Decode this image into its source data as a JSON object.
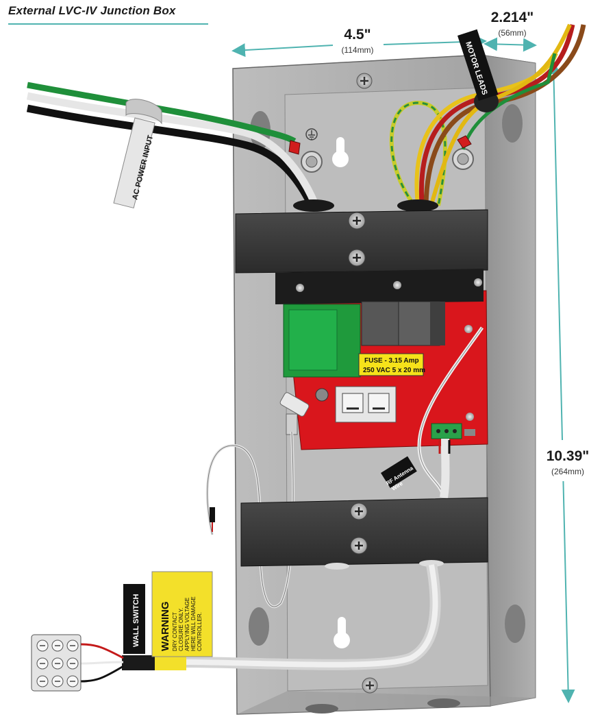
{
  "title": "External LVC-IV Junction Box",
  "dimensions": {
    "width": {
      "value": "4.5\"",
      "metric": "(114mm)"
    },
    "depth": {
      "value": "2.214\"",
      "metric": "(56mm)"
    },
    "height": {
      "value": "10.39\"",
      "metric": "(264mm)"
    }
  },
  "labels": {
    "motor_leads": "MOTOR LEADS",
    "ac_power_input": "AC POWER INPUT",
    "fuse_line1": "FUSE - 3.15 Amp",
    "fuse_line2": "250 VAC 5 x 20 mm",
    "rf_antenna_line1": "RF Antenna",
    "rf_antenna_line2": "Wire",
    "wall_switch": "WALL SWITCH",
    "warning_title": "WARNING",
    "warning_line1": "DRY CONTACT",
    "warning_line2": "CLOSURE ONLY.",
    "warning_line3": "APPLYING VOLTAGE",
    "warning_line4": "HERE WILL DAMAGE",
    "warning_line5": "CONTROLLER."
  },
  "colors": {
    "accent": "#4fb3b0",
    "box_gray": "#a8a8a8",
    "board_red": "#d9161c",
    "relay_green": "#1f9a3c",
    "fuse_yellow": "#f6e21a",
    "warning_yellow": "#f3e02a"
  }
}
